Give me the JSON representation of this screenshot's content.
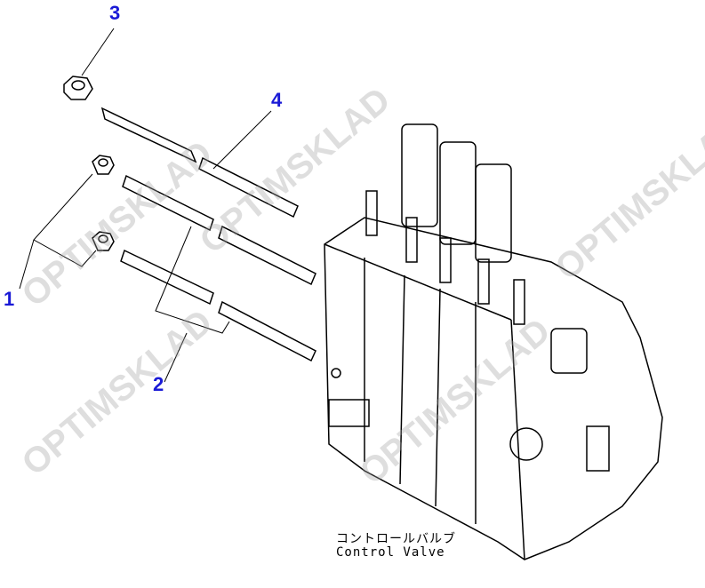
{
  "diagram": {
    "callouts": [
      {
        "number": "1",
        "part": "nut"
      },
      {
        "number": "2",
        "part": "stud"
      },
      {
        "number": "3",
        "part": "nut"
      },
      {
        "number": "4",
        "part": "stud"
      }
    ],
    "caption_jp": "コントロールバルブ",
    "caption_en": "Control Valve",
    "watermark": "OPTIMSKLAD",
    "watermark_url": "www.optim-sklad.ru",
    "callout_color": "#1a1ad6"
  }
}
